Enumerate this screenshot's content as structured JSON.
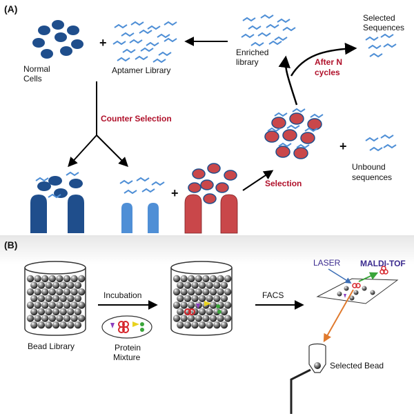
{
  "panel_a": {
    "label": "(A)",
    "normal_cells": [
      "Normal",
      "Cells"
    ],
    "plus": "+",
    "aptamer_library": "Aptamer Library",
    "enriched_library": [
      "Enriched",
      "library"
    ],
    "selected_sequences": [
      "Selected",
      "Sequences"
    ],
    "after_n_cycles": [
      "After N",
      "cycles"
    ],
    "counter_selection": "Counter Selection",
    "selection": "Selection",
    "unbound_sequences": [
      "Unbound",
      "sequences"
    ]
  },
  "panel_b": {
    "label": "(B)",
    "bead_library": "Bead Library",
    "incubation": "Incubation",
    "protein_mixture": [
      "Protein",
      "Mixture"
    ],
    "facs": "FACS",
    "laser": "LASER",
    "maldi_tof": "MALDI-TOF",
    "selected_bead": "Selected Bead"
  },
  "colors": {
    "dark_blue": "#1f4e8c",
    "light_blue": "#4f8fd6",
    "red_cell": "#c9474a",
    "text_red": "#b0102a",
    "bead": "#3a3a3a"
  }
}
